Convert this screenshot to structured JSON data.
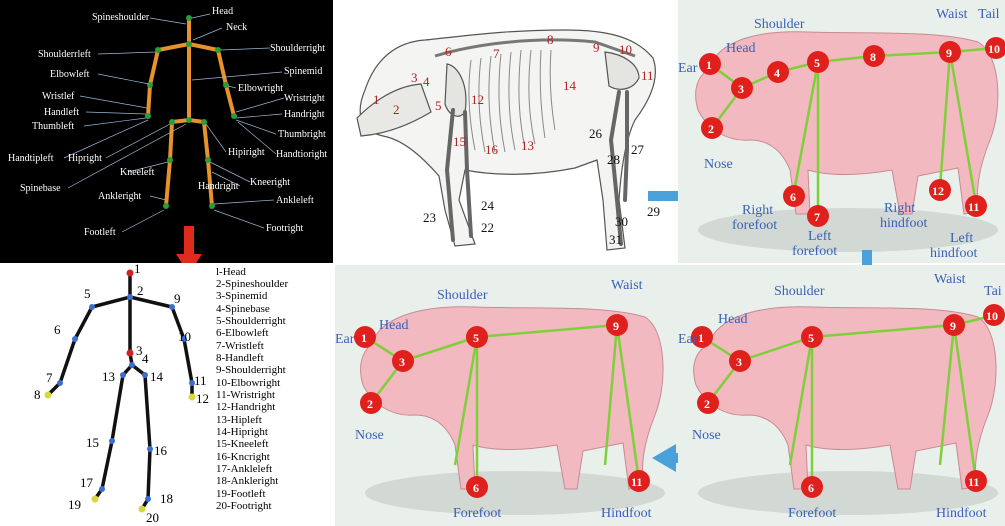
{
  "kinect": {
    "labels": {
      "head": "Head",
      "spineshoulder": "Spineshoulder",
      "neck": "Neck",
      "shoulderleft": "Shoulderrleft",
      "shoulderright": "Shoulderright",
      "elbowleft": "Elbowleft",
      "spinemid": "Spinemid",
      "wristleft": "Wristlef",
      "elbowright": "Elbowright",
      "wristright": "Wristright",
      "handleft": "Handleft",
      "handright": "Handright",
      "thumbleft": "Thumbleft",
      "thumbright": "Thumbright",
      "handtipleft": "Handtipleft",
      "hipright": "Hipright",
      "hipright2": "Hipiright",
      "handtipright": "Handtioright",
      "kneeleft": "Kneeleft",
      "kneeright": "Kneeright",
      "spinebase": "Spinebase",
      "handright2": "Handright",
      "ankleright": "Ankleright",
      "ankleleft": "Ankleleft",
      "footleft": "Footleft",
      "footright": "Footright"
    },
    "colors": {
      "bone": "#e8922a",
      "joint": "#2a9d3a"
    }
  },
  "stick": {
    "numbers": [
      "1",
      "2",
      "3",
      "4",
      "5",
      "6",
      "7",
      "8",
      "9",
      "10",
      "11",
      "12",
      "13",
      "14",
      "15",
      "16",
      "17",
      "18",
      "19",
      "20"
    ],
    "legend": [
      "l-Head",
      "2-Spineshoulder",
      "3-Spinemid",
      "4-Spinebase",
      "5-Shoulderright",
      "6-Elbowleft",
      "7-Wristleft",
      "8-Handleft",
      "9-Shoulderright",
      "10-Elbowright",
      "11-Wristright",
      "12-Handright",
      "13-Hipleft",
      "14-Hipright",
      "15-Kneeleft",
      "16-Kncright",
      "17-Ankleleft",
      "18-Ankleright",
      "19-Footleft",
      "20-Footright"
    ]
  },
  "skeleton": {
    "red_numbers": [
      "1",
      "2",
      "3",
      "4",
      "5",
      "6",
      "7",
      "8",
      "9",
      "10",
      "11",
      "12",
      "13",
      "14",
      "15",
      "16"
    ],
    "black_numbers": [
      "23",
      "24",
      "22",
      "26",
      "27",
      "28",
      "29",
      "30",
      "31"
    ]
  },
  "pig12": {
    "labels": {
      "shoulder": "Shoulder",
      "waist": "Waist",
      "head": "Head",
      "ear": "Ear",
      "tail": "Tail",
      "nose": "Nose",
      "right_forefoot": "Right\nforefoot",
      "left_forefoot": "Left\nforefoot",
      "right_hindfoot": "Right\nhindfoot",
      "left_hindfoot": "Left\nhindfoot"
    },
    "keypoints": [
      "1",
      "2",
      "3",
      "4",
      "5",
      "8",
      "9",
      "10",
      "6",
      "7",
      "12",
      "11"
    ]
  },
  "pig11a": {
    "labels": {
      "shoulder": "Shoulder",
      "waist": "Waist",
      "head": "Head",
      "ear": "Ear",
      "nose": "Nose",
      "forefoot": "Forefoot",
      "hindfoot": "Hindfoot"
    },
    "keypoints": [
      "1",
      "3",
      "2",
      "5",
      "9",
      "6",
      "11"
    ]
  },
  "pig11b": {
    "labels": {
      "shoulder": "Shoulder",
      "waist": "Waist",
      "head": "Head",
      "ear": "Ear",
      "tail": "Tai",
      "nose": "Nose",
      "forefoot": "Forefoot",
      "hindfoot": "Hindfoot"
    },
    "keypoints": [
      "1",
      "3",
      "2",
      "5",
      "9",
      "10",
      "6",
      "11"
    ]
  },
  "colors": {
    "keypoint_fill": "#e0201c",
    "pig_body": "#f3b9c0",
    "skeleton_line": "#7fcf3a",
    "arrow_blue": "#4aa0d8",
    "arrow_red": "#e02a1c"
  }
}
